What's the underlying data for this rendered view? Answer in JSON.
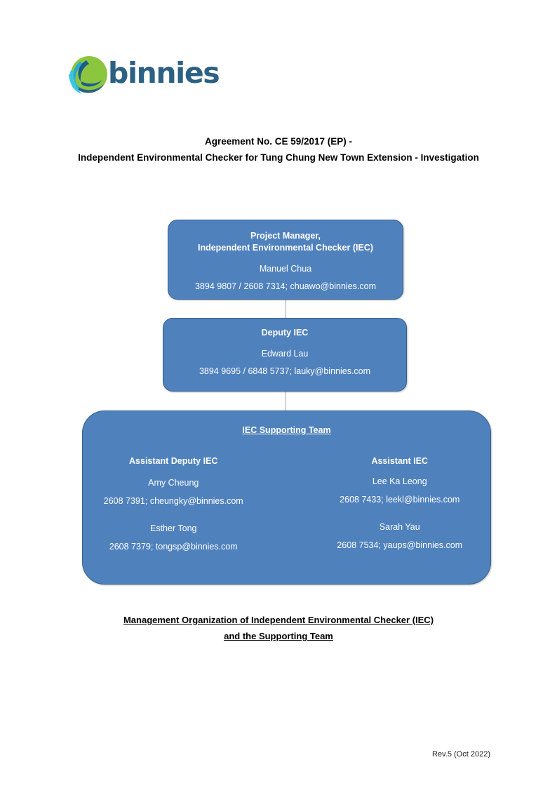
{
  "logo": {
    "wordmark": "binnies",
    "mark_colors": {
      "green": "#8cc63f",
      "cyan": "#29b6d8",
      "dark_blue": "#1b5c8a",
      "wordmark": "#2c6184"
    }
  },
  "title": {
    "line1": "Agreement No. CE 59/2017 (EP) -",
    "line2": "Independent Environmental Checker for Tung Chung New Town Extension - Investigation"
  },
  "colors": {
    "node_fill": "#4f81bd",
    "node_border": "#36618e",
    "node_text": "#ffffff",
    "connector": "#9aa5b1"
  },
  "org_chart": {
    "project_manager": {
      "role_line1": "Project Manager,",
      "role_line2": "Independent Environmental Checker (IEC)",
      "name": "Manuel Chua",
      "contact": "3894 9807 / 2608 7314; chuawo@binnies.com"
    },
    "deputy": {
      "role": "Deputy IEC",
      "name": "Edward Lau",
      "contact": "3894 9695 / 6848 5737; lauky@binnies.com"
    },
    "supporting_team": {
      "title": "IEC Supporting Team",
      "columns": [
        {
          "heading": "Assistant Deputy IEC",
          "members": [
            {
              "name": "Amy Cheung",
              "contact": "2608 7391; cheungky@binnies.com"
            },
            {
              "name": "Esther Tong",
              "contact": "2608 7379; tongsp@binnies.com"
            }
          ]
        },
        {
          "heading": "Assistant IEC",
          "members": [
            {
              "name": "Lee Ka Leong",
              "contact": "2608 7433; leekl@binnies.com"
            },
            {
              "name": "Sarah Yau",
              "contact": "2608 7534; yaups@binnies.com"
            }
          ]
        }
      ]
    }
  },
  "caption": {
    "line1": "Management Organization of Independent Environmental Checker (IEC)",
    "line2": "and the Supporting Team"
  },
  "footer": {
    "revision": "Rev.5 (Oct 2022)"
  }
}
